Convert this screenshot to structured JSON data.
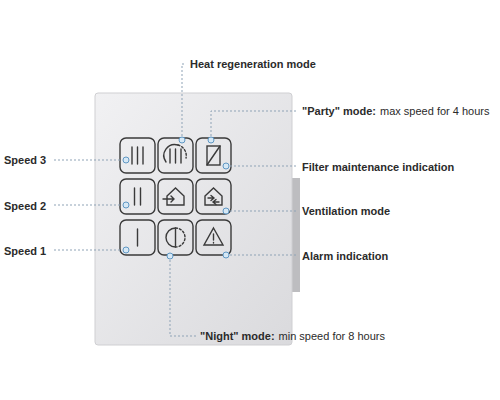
{
  "diagram": {
    "labels": [
      "Heat regeneration mode",
      "\"Party\" mode:",
      "max speed for 4 hours",
      "Speed 3",
      "Filter maintenance indication",
      "Speed 2",
      "Ventilation mode",
      "Speed 1",
      "Alarm indication",
      "\"Night\" mode:",
      "min speed for 8 hours"
    ]
  }
}
